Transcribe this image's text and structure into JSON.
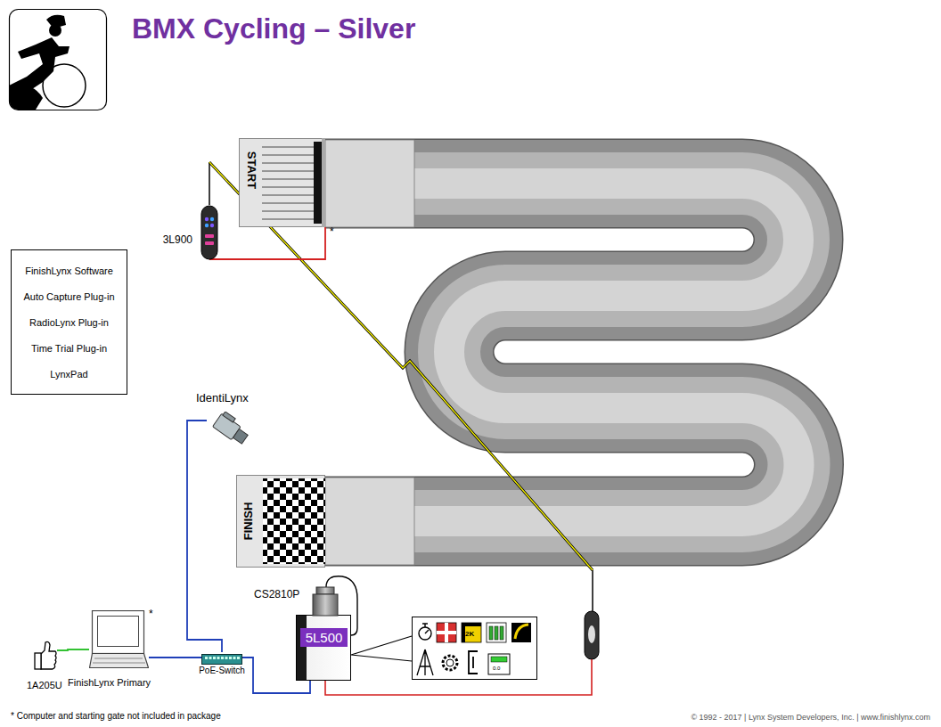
{
  "diagram": {
    "title": "BMX Cycling – Silver",
    "nodes": [
      {
        "text": [
          "FinishLynx Software",
          "Auto Capture Plug-in",
          "RadioLynx Plug-in",
          "Time Trial Plug-in",
          "LynxPad"
        ]
      },
      {
        "text": [
          "START"
        ]
      },
      {
        "text": [
          "3L900"
        ]
      },
      {
        "text": [
          "IdentiLynx"
        ]
      },
      {
        "text": [
          "FINISH"
        ]
      },
      {
        "text": [
          "FinishLynx Primary"
        ]
      },
      {
        "text": [
          "1A205U"
        ]
      },
      {
        "text": [
          "PoE-Switch"
        ]
      },
      {
        "text": [
          "CS2810P",
          "5L500"
        ]
      }
    ],
    "edges": [
      {
        "from": 2,
        "to": 1,
        "arrow": "none"
      },
      {
        "from": 6,
        "to": 5,
        "arrow": "none"
      },
      {
        "from": 5,
        "to": 7,
        "arrow": "none"
      },
      {
        "from": 3,
        "to": 7,
        "arrow": "none"
      },
      {
        "from": 7,
        "to": 8,
        "arrow": "none"
      }
    ],
    "labels": [
      "*",
      "*",
      "2K",
      "0.0",
      "* Computer and starting gate not included in package",
      "© 1992 - 2017 | Lynx System Developers, Inc. | www.finishlynx.com"
    ]
  }
}
